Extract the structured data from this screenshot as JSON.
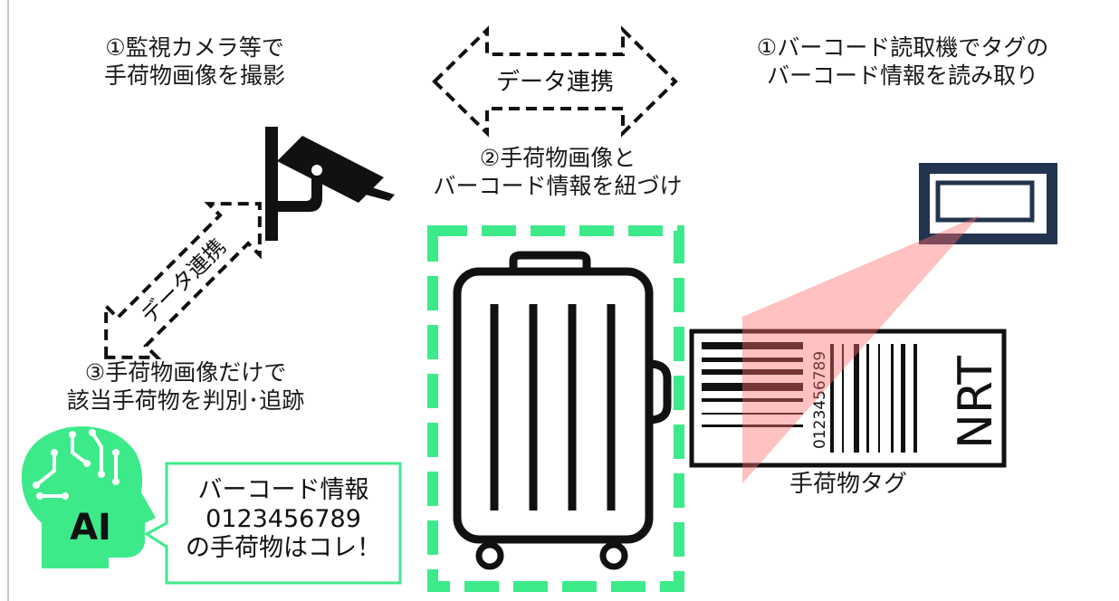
{
  "camera_caption": {
    "line1": "①監視カメラ等で",
    "line2": "手荷物画像を撮影"
  },
  "reader_caption": {
    "line1": "①バーコード読取機でタグの",
    "line2": "バーコード情報を読み取り"
  },
  "link_caption": {
    "line1": "②手荷物画像と",
    "line2": "バーコード情報を紐づけ"
  },
  "ai_caption": {
    "line1": "③手荷物画像だけで",
    "line2": "該当手荷物を判別･追跡"
  },
  "data_link_label": "データ連携",
  "tag": {
    "barcode_number": "0123456789",
    "airport_code": "NRT",
    "caption": "手荷物タグ"
  },
  "ai": {
    "head_label": "AI",
    "bubble_line1": "バーコード情報",
    "bubble_line2": "0123456789",
    "bubble_line3": "の手荷物はコレ！"
  },
  "colors": {
    "accent_green": "#3dea8a",
    "reader_navy": "#22344f",
    "scan_beam": "#f9a5a5",
    "ink": "#111111"
  }
}
